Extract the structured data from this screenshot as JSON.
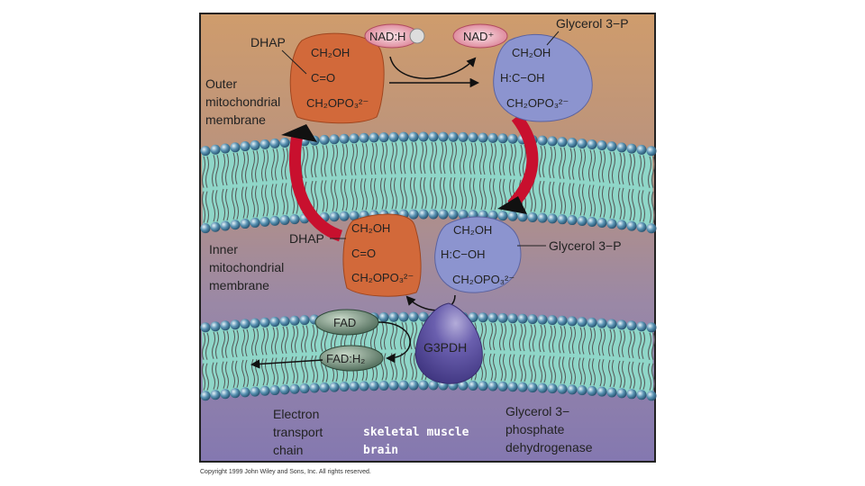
{
  "labels": {
    "outer_membrane": [
      "Outer",
      "mitochondrial",
      "membrane"
    ],
    "inner_membrane": [
      "Inner",
      "mitochondrial",
      "membrane"
    ],
    "etc": [
      "Electron",
      "transport",
      "chain"
    ],
    "enzyme_name": [
      "Glycerol 3−",
      "phosphate",
      "dehydrogenase"
    ],
    "dhap": "DHAP",
    "glycerol3p": "Glycerol 3−P",
    "nadh": "NAD:H",
    "nad_plus": "NAD⁺",
    "fad": "FAD",
    "fadh2": "FAD:H₂",
    "g3pdh": "G3PDH",
    "annotation": [
      "skeletal muscle",
      "brain"
    ],
    "copyright": "Copyright 1999 John Wiley and Sons, Inc. All rights reserved."
  },
  "dhap_structure": [
    "CH₂OH",
    "C=O",
    "CH₂OPO₃²⁻"
  ],
  "g3p_structure": [
    "CH₂OH",
    "H:C−OH",
    "CH₂OPO₃²⁻"
  ],
  "colors": {
    "dhap": "#d2693a",
    "g3p": "#8c94cf",
    "g3pdh": "#5e53a0",
    "arrow": "#c8102e",
    "membrane": "#8fd6c8",
    "head": "#4a86a8"
  }
}
